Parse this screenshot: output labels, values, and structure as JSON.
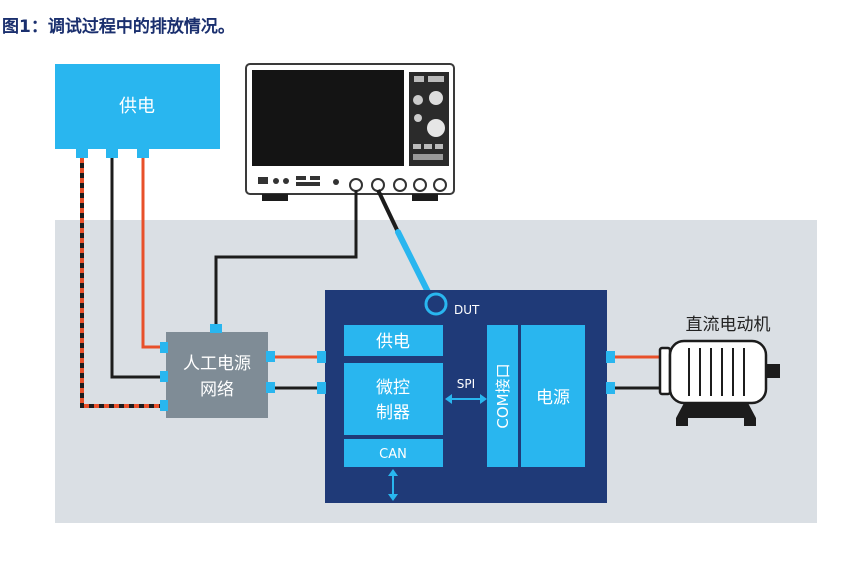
{
  "figure_title": "图1：调试过程中的排放情况。",
  "labels": {
    "power_supply": "供电",
    "lisn_line1": "人工电源",
    "lisn_line2": "网络",
    "dut": "DUT",
    "dut_power": "供电",
    "mcu_line1": "微控",
    "mcu_line2": "制器",
    "can": "CAN",
    "spi": "SPI",
    "com_interface": "COM接口",
    "dut_supply": "电源",
    "motor": "直流电动机"
  },
  "colors": {
    "cyan_block": "#29b6ef",
    "dut_navy": "#1f3a78",
    "lisn_gray": "#7f8c96",
    "background_panel": "#dadfe4",
    "wire_red": "#e8502a",
    "wire_black": "#1c1c1c"
  }
}
